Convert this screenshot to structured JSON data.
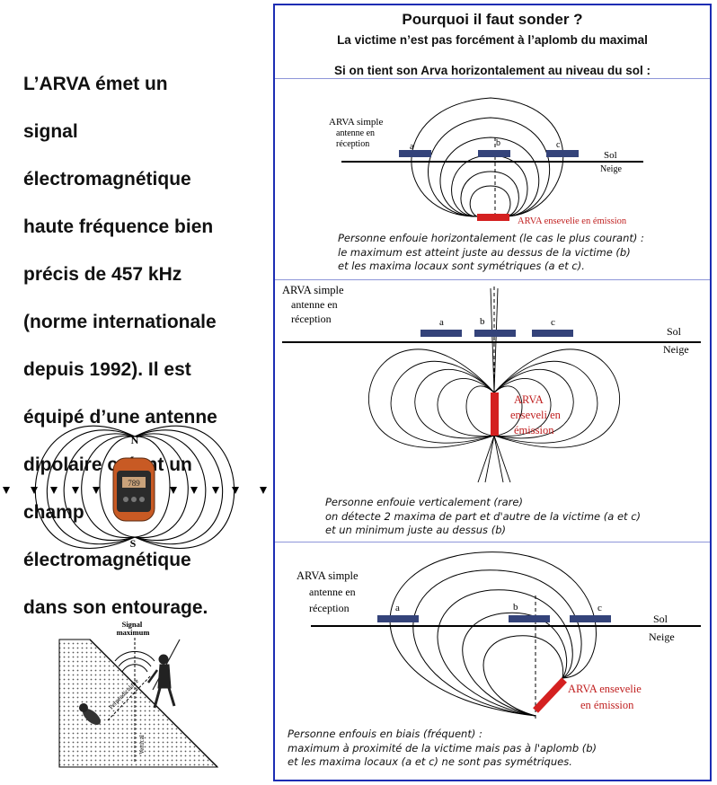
{
  "intro_text": "L’ARVA émet un signal électromagnétique haute fréquence bien précis de 457 kHz (norme internationale depuis 1992). Il est équipé d’une antenne dipolaire créant un champ électromagnétique dans son entourage.",
  "intro_lines": [
    "L’ARVA émet un",
    "signal",
    "électromagnétique",
    "haute fréquence bien",
    "précis de 457 kHz",
    "(norme internationale",
    "depuis 1992). Il est",
    "équipé d’une antenne",
    "dipolaire créant un",
    "champ",
    "électromagnétique",
    "dans son entourage."
  ],
  "dipole": {
    "north": "N",
    "south": "S",
    "screen": "789"
  },
  "avalanche": {
    "signal": "Signal\nmaximum",
    "vertical": "Vertical",
    "perp": "Perpendiculaire"
  },
  "title": "Pourquoi il faut sonder ?",
  "subtitle": "La victime n’est pas forcément à l’aplomb du maximal",
  "premise": "Si on tient son Arva horizontalement au niveau du sol :",
  "panels": [
    {
      "receiver_label": [
        "ARVA simple",
        "antenne en",
        "réception"
      ],
      "letters": [
        "a",
        "b",
        "c"
      ],
      "sol": "Sol",
      "neige": "Neige",
      "emitter_label": "ARVA ensevelie en émission",
      "caption": [
        "Personne enfouie horizontalement (le cas le plus courant) :",
        "le maximum est atteint juste au dessus de la victime (b)",
        "et les maxima locaux sont symétriques (a et c)."
      ]
    },
    {
      "receiver_label": [
        "ARVA simple",
        "antenne en",
        "réception"
      ],
      "letters": [
        "a",
        "b",
        "c"
      ],
      "sol": "Sol",
      "neige": "Neige",
      "emitter_label": [
        "ARVA",
        "enseveli en",
        "émission"
      ],
      "caption": [
        "Personne enfouie verticalement (rare)",
        "on détecte 2 maxima de part et d'autre de la victime (a et c)",
        "et un minimum juste au dessus (b)"
      ]
    },
    {
      "receiver_label": [
        "ARVA simple",
        "antenne en",
        "réception"
      ],
      "letters": [
        "a",
        "b",
        "c"
      ],
      "sol": "Sol",
      "neige": "Neige",
      "emitter_label": [
        "ARVA ensevelie",
        "en émission"
      ],
      "caption": [
        "Personne enfouis en biais (fréquent) :",
        "maximum à proximité de la victime mais pas à l'aplomb (b)",
        "et les maxima locaux (a et c) ne sont pas symétriques."
      ]
    }
  ],
  "colors": {
    "frame": "#1c2db3",
    "receiver": "#34437a",
    "emitter": "#d42020"
  }
}
